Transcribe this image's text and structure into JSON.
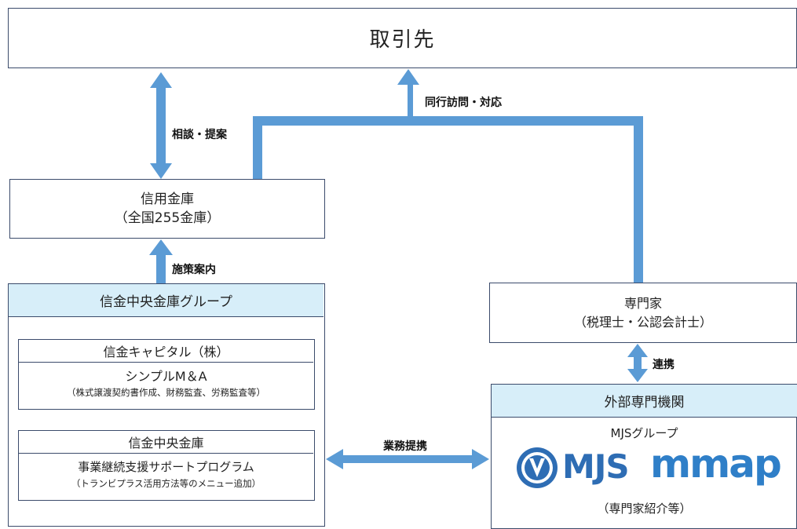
{
  "top_box": {
    "title": "取引先"
  },
  "shinkin": {
    "line1": "信用金庫",
    "line2": "（全国255金庫）"
  },
  "group": {
    "header": "信金中央金庫グループ",
    "capital": {
      "title": "信金キャピタル（株）",
      "service": "シンプルM＆A",
      "detail": "（株式譲渡契約書作成、財務監査、労務監査等）"
    },
    "central": {
      "title": "信金中央金庫",
      "service": "事業継続支援サポートプログラム",
      "detail": "（トランビプラス活用方法等のメニュー追加）"
    }
  },
  "expert": {
    "line1": "専門家",
    "line2": "（税理士・公認会計士）"
  },
  "external": {
    "header": "外部専門機関",
    "group_name": "MJSグループ",
    "logo_mjs": "MJS",
    "logo_mmap": "mmap",
    "footer": "（専門家紹介等）"
  },
  "labels": {
    "consult": "相談・提案",
    "visit": "同行訪問・対応",
    "policy": "施策案内",
    "cooperation": "連携",
    "alliance": "業務提携"
  },
  "colors": {
    "arrow": "#5b9bd5",
    "header_fill": "#d7eef9",
    "border": "#3b4b6b",
    "logo_blue": "#2e6db4",
    "mmap_blue": "#2f7fc8"
  }
}
